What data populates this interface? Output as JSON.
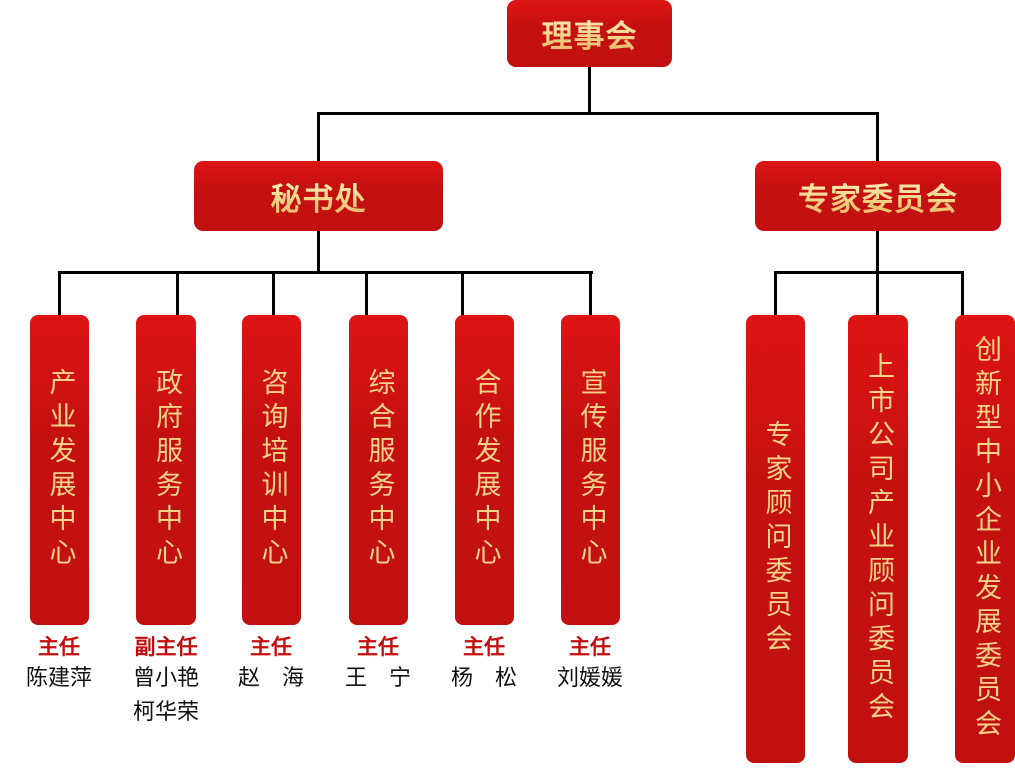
{
  "colors": {
    "node_fill": "#c41010",
    "node_fill_top": "#de1414",
    "node_text": "#f6d38a",
    "role_text": "#c20e0e",
    "name_text": "#111111",
    "connector": "#000000"
  },
  "root": {
    "label": "理事会"
  },
  "branches": [
    {
      "label": "秘书处",
      "children": [
        {
          "label": "产业发展中心",
          "role": "主任",
          "names": [
            "陈建萍"
          ]
        },
        {
          "label": "政府服务中心",
          "role": "副主任",
          "names": [
            "曾小艳",
            "柯华荣"
          ]
        },
        {
          "label": "咨询培训中心",
          "role": "主任",
          "names": [
            "赵　海"
          ]
        },
        {
          "label": "综合服务中心",
          "role": "主任",
          "names": [
            "王　宁"
          ]
        },
        {
          "label": "合作发展中心",
          "role": "主任",
          "names": [
            "杨　松"
          ]
        },
        {
          "label": "宣传服务中心",
          "role": "主任",
          "names": [
            "刘媛媛"
          ]
        }
      ]
    },
    {
      "label": "专家委员会",
      "children": [
        {
          "label": "专家顾问委员会"
        },
        {
          "label": "上市公司产业顾问委员会"
        },
        {
          "label": "创新型中小企业发展委员会"
        }
      ]
    }
  ]
}
